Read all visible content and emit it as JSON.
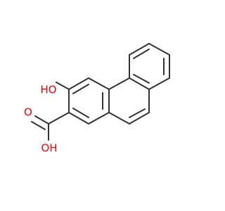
{
  "molecule": {
    "colors": {
      "bond": "#333333",
      "oxygen": "#ff0000"
    },
    "labels": {
      "hydroxyl": "HO",
      "carbonyl_oxygen": "O",
      "acid_hydroxyl": "OH"
    }
  }
}
